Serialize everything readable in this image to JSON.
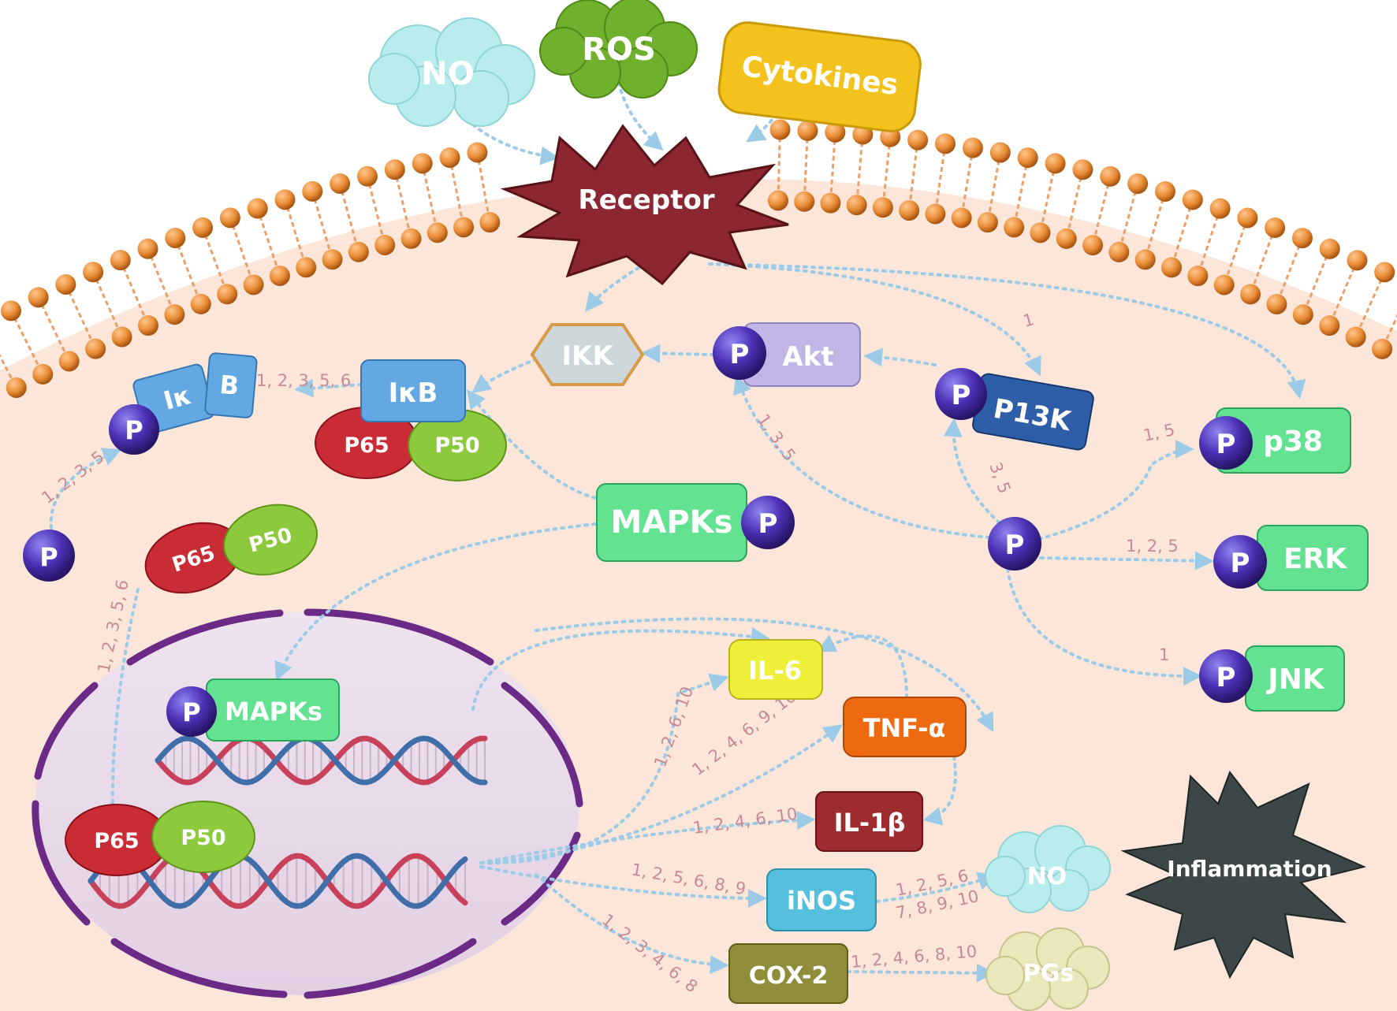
{
  "colors": {
    "cytoplasm": "#fbe6d9",
    "membrane_head": "#e98d36",
    "arrow": "#9ccbe8",
    "edge_label": "#c58a95",
    "nucleus_fill": "#ead9e8",
    "nucleus_border": "#6b2a86",
    "phospho": "#4d31b6",
    "receptor": "#8c2631",
    "inflammation": "#3d4747",
    "ikb": "#63a8e2",
    "p65": "#c92c34",
    "p50": "#8cc93c",
    "mapk": "#63e291",
    "akt": "#c2b6e6",
    "pi3k": "#2f5ea8",
    "il6": "#f0f03a",
    "tnf": "#ee6a11",
    "il1b": "#9d2b2f",
    "inos": "#55c0dd",
    "cox2": "#8f8c3a",
    "no_cloud": "#b9ecec",
    "ros_cloud": "#6fb02c",
    "cytokines": "#f3c21d",
    "pgs_cloud": "#e9e8bb"
  },
  "labels": {
    "no_top": "NO",
    "ros": "ROS",
    "cytokines": "Cytokines",
    "receptor": "Receptor",
    "ikk": "IKK",
    "akt": "Akt",
    "pi3k": "P13K",
    "ikb_frag_a": "Iκ",
    "ikb_frag_b": "B",
    "ikb": "IκB",
    "p65": "P65",
    "p50": "P50",
    "mapks": "MAPKs",
    "p38": "p38",
    "erk": "ERK",
    "jnk": "JNK",
    "p": "P",
    "il6": "IL-6",
    "tnf": "TNF-α",
    "il1b": "IL-1β",
    "inos": "iNOS",
    "cox2": "COX-2",
    "no_out": "NO",
    "pgs": "PGs",
    "inflammation": "Inflammation"
  },
  "edge_labels": {
    "receptor_pi3k": "1",
    "ikb_deg": "1, 2, 3, 5, 6",
    "p_ikb": "1, 2, 3, 5",
    "p_akt": "1, 3, 5",
    "p_pi3k": "3, 5",
    "p_p38": "1, 5",
    "p_erk": "1, 2, 5",
    "p_jnk": "1",
    "nfkb_nucleus": "1, 2, 3, 5, 6",
    "il6": "1, 2, 6, 10",
    "tnf": "1, 2, 4, 6, 9, 10",
    "il1b": "1, 2, 4, 6, 10",
    "inos": "1, 2, 5, 6, 8, 9",
    "cox2": "1, 2, 3, 4, 6, 8",
    "no_a": "1, 2, 5, 6",
    "no_b": "7, 8, 9, 10",
    "pgs": "1, 2, 4, 6, 8, 10"
  }
}
